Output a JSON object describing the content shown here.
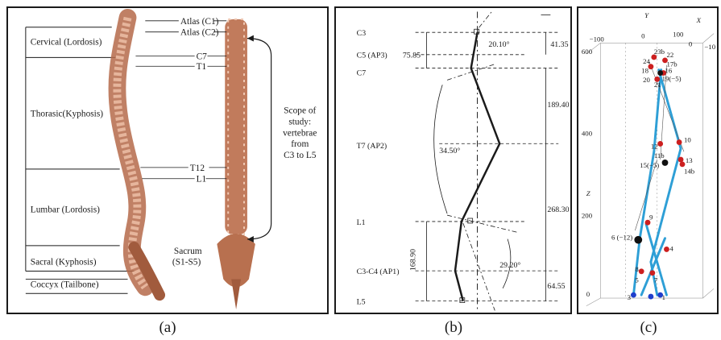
{
  "panel_a": {
    "region_labels": [
      "Cervical (Lordosis)",
      "Thorasic(Kyphosis)",
      "Lumbar (Lordosis)",
      "Sacral (Kyphosis)",
      "Coccyx (Tailbone)"
    ],
    "vertebra_labels": [
      "Atlas (C1)",
      "Atlas (C2)",
      "C7",
      "T1",
      "T12",
      "L1"
    ],
    "sacrum_label": [
      "Sacrum",
      "(S1-S5)"
    ],
    "scope_label": [
      "Scope of",
      "study:",
      "vertebrae",
      "from",
      "C3 to L5"
    ],
    "caption": "(a)"
  },
  "panel_b": {
    "left_labels": [
      "C3",
      "C5 (AP3)",
      "C7",
      "T7 (AP2)",
      "L1",
      "C3-C4 (AP1)",
      "L5"
    ],
    "right_dims": [
      "41.35",
      "189.40",
      "268.30",
      "64.55"
    ],
    "left_dims": [
      "75.85",
      "168.90"
    ],
    "angles": [
      "20.10°",
      "34.50°",
      "29.20°"
    ],
    "caption": "(b)"
  },
  "panel_c": {
    "axis_labels": {
      "y": "Y",
      "x": "X",
      "z": "Z"
    },
    "top_ticks": [
      "−100",
      "0",
      "100",
      "0",
      "−10"
    ],
    "z_ticks": [
      "600",
      "400",
      "200",
      "0"
    ],
    "points": [
      "23b",
      "24",
      "22",
      "17b",
      "18",
      "16",
      "19(−5)",
      "20",
      "21",
      "10",
      "12",
      "11b",
      "13",
      "15(−5)",
      "14b",
      "6 (−12)",
      "9",
      "4",
      "8",
      "7",
      "5",
      "3",
      "1"
    ],
    "colors": {
      "red": "#cc1f1f",
      "blue": "#1f3fcc",
      "black": "#111111",
      "link": "#2e9fd6"
    },
    "caption": "(c)"
  }
}
